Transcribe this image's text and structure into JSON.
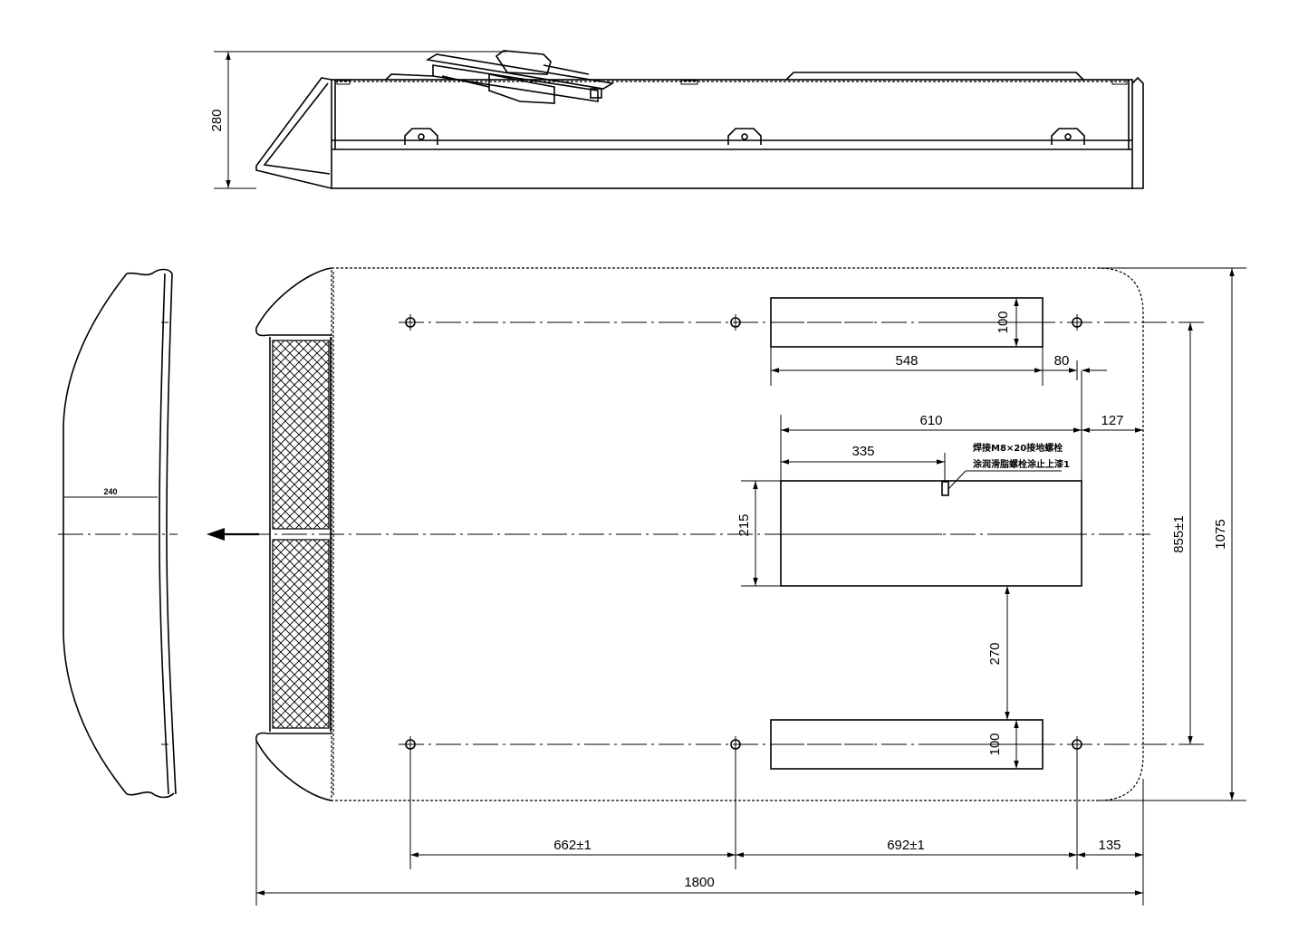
{
  "dimensions": {
    "side_height": "280",
    "end_width": "240",
    "pad1_width": "100",
    "pad1_length": "548",
    "pad1_gap": "80",
    "block_length": "610",
    "block_end_offset": "127",
    "stud_offset": "335",
    "block_width": "215",
    "block_gap": "270",
    "pad2_width": "100",
    "hole_spacing_y": "855±1",
    "overall_width": "1075",
    "hole_spacing_x1": "662±1",
    "hole_spacing_x2": "692±1",
    "end_offset": "135",
    "overall_length": "1800"
  },
  "notes": {
    "stud_line1": "焊接M8×20接地螺栓",
    "stud_line2": "涂润滑脂螺栓涂止上漆1"
  },
  "icons": {
    "direction": "arrow-left-icon"
  }
}
